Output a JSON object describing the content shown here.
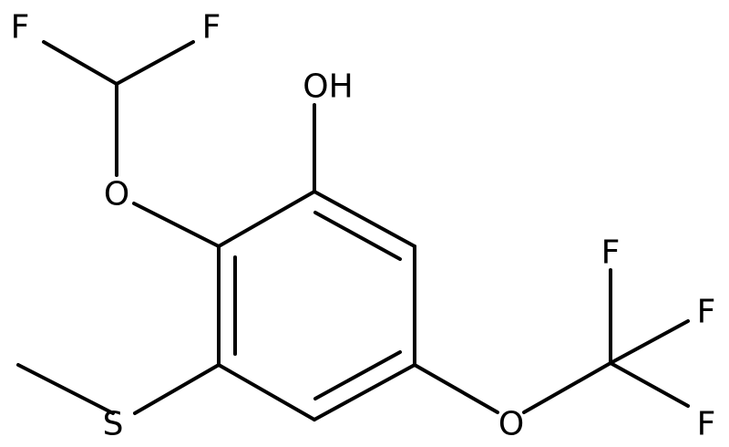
{
  "atoms": {
    "oh": "OH",
    "o_difluoromethoxy": "O",
    "f_left": "F",
    "f_right": "F",
    "s_methylthio": "S",
    "o_trifluoromethoxy": "O",
    "f_cf3_top": "F",
    "f_cf3_mid": "F",
    "f_cf3_bottom": "F"
  }
}
